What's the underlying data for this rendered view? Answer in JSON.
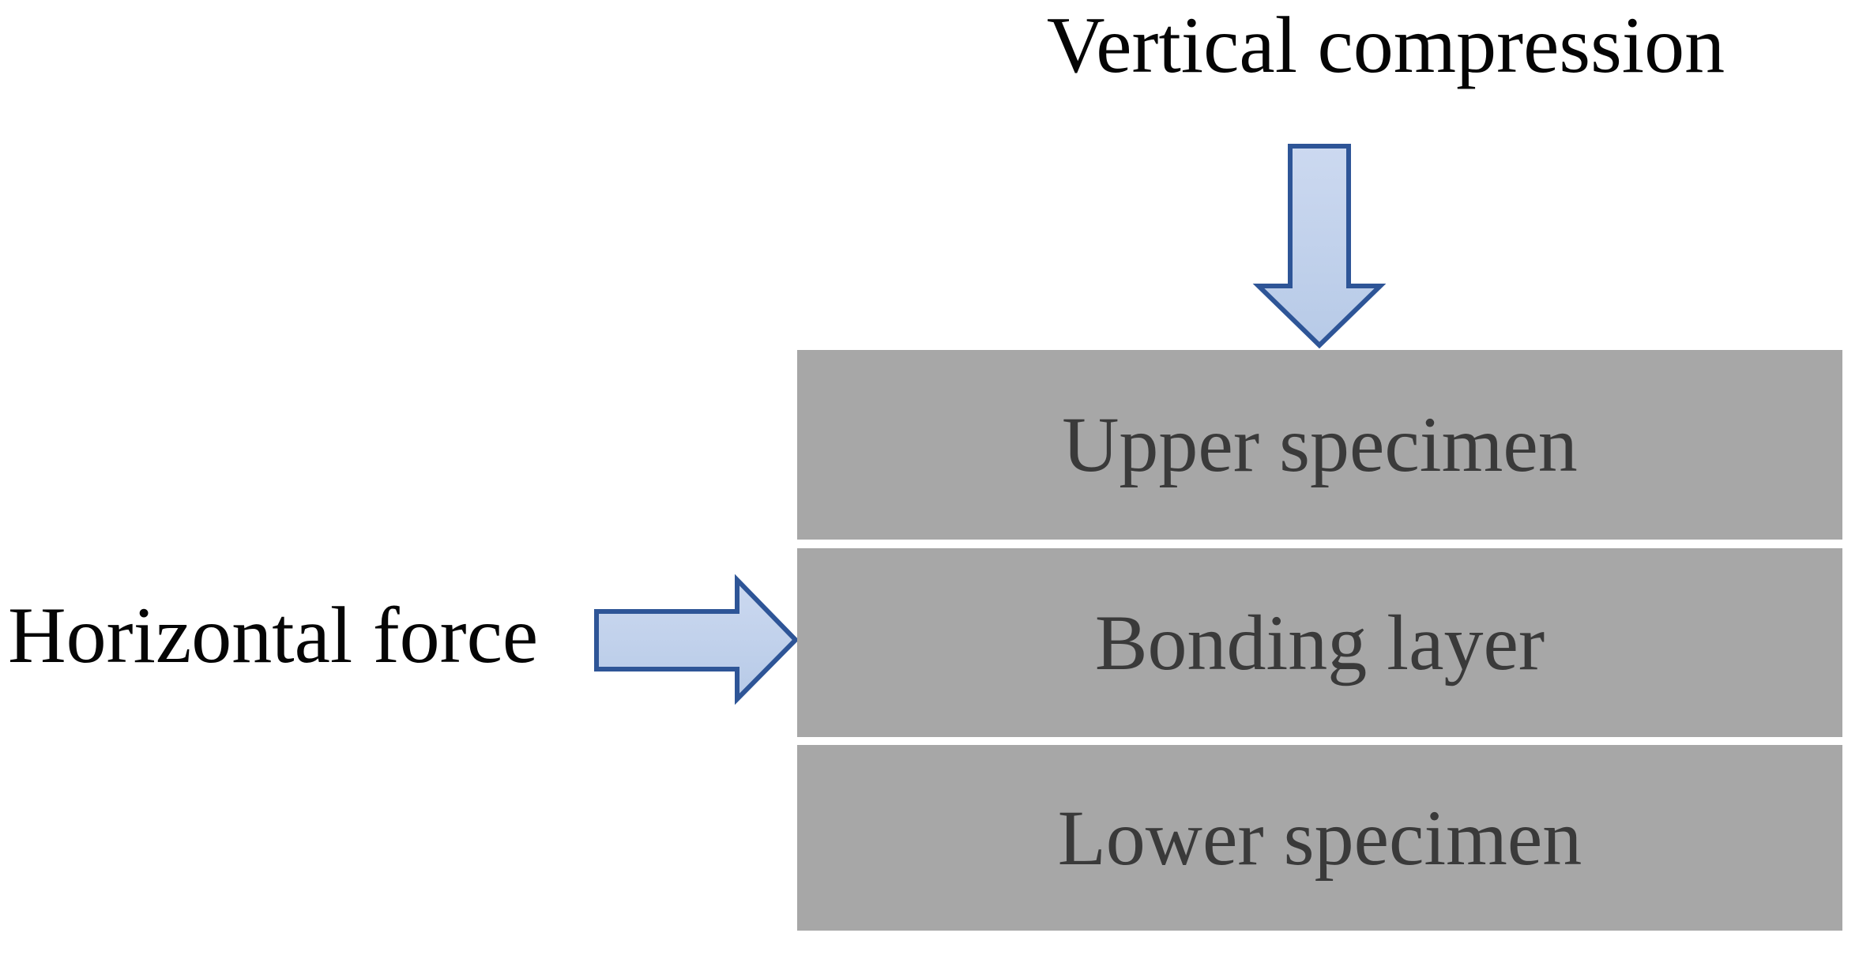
{
  "diagram": {
    "vertical_label": "Vertical compression",
    "horizontal_label": "Horizontal force",
    "layers": [
      {
        "label": "Upper specimen"
      },
      {
        "label": "Bonding layer"
      },
      {
        "label": "Lower specimen"
      }
    ],
    "icons": {
      "down_arrow": "down-arrow-icon",
      "right_arrow": "right-arrow-icon"
    }
  },
  "colors": {
    "background": "#ffffff",
    "label_text": "#050505",
    "layer_fill": "#a7a7a7",
    "layer_text": "#3a3a3a",
    "arrow_fill": "#b7cae7",
    "arrow_fill_light": "#ccd9f0",
    "arrow_stroke": "#2e5597"
  }
}
